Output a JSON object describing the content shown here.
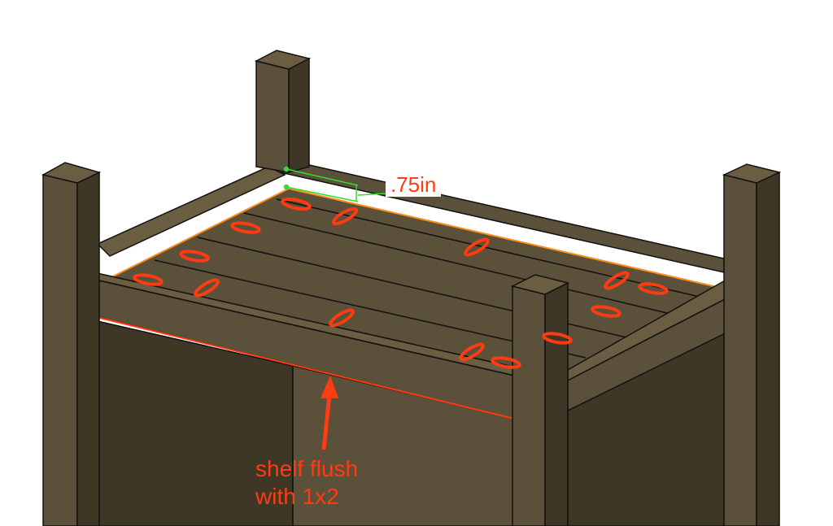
{
  "dimension": {
    "value_label": ".75in"
  },
  "callout": {
    "line1": "shelf flush",
    "line2": "with 1x2"
  },
  "colors": {
    "wood_face": "#5b5039",
    "wood_dark": "#3e3726",
    "wood_light": "#6a5d42",
    "outline": "#111111",
    "highlight": "#ff8c1a",
    "marker": "#ff3b12",
    "dimension_line": "#33dd33"
  }
}
